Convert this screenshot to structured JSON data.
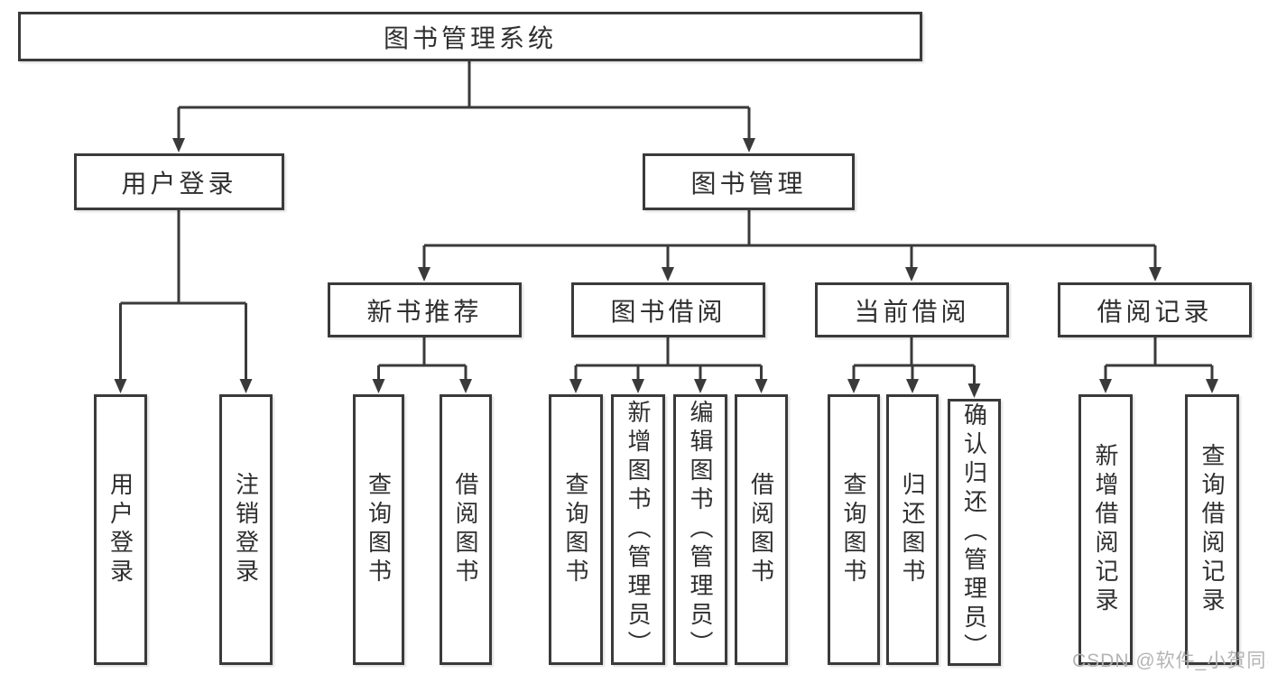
{
  "colors": {
    "line": "#3a3a3a",
    "node_border": "#3a3a3a",
    "node_text": "#2f2f2f",
    "watermark": "#b0b0b0",
    "background": "#ffffff"
  },
  "watermark": "CSDN @软件_小贺同学",
  "tree": {
    "root": "图书管理系统",
    "level2": [
      {
        "label": "用户登录",
        "children": [
          "用户登录",
          "注销登录"
        ]
      },
      {
        "label": "图书管理",
        "children": [
          {
            "label": "新书推荐",
            "children": [
              "查询图书",
              "借阅图书"
            ]
          },
          {
            "label": "图书借阅",
            "children": [
              "查询图书",
              "新增图书（管理员）",
              "编辑图书（管理员）",
              "借阅图书"
            ]
          },
          {
            "label": "当前借阅",
            "children": [
              "查询图书",
              "归还图书",
              "确认归还（管理员）"
            ]
          },
          {
            "label": "借阅记录",
            "children": [
              "新增借阅记录",
              "查询借阅记录"
            ]
          }
        ]
      }
    ]
  }
}
